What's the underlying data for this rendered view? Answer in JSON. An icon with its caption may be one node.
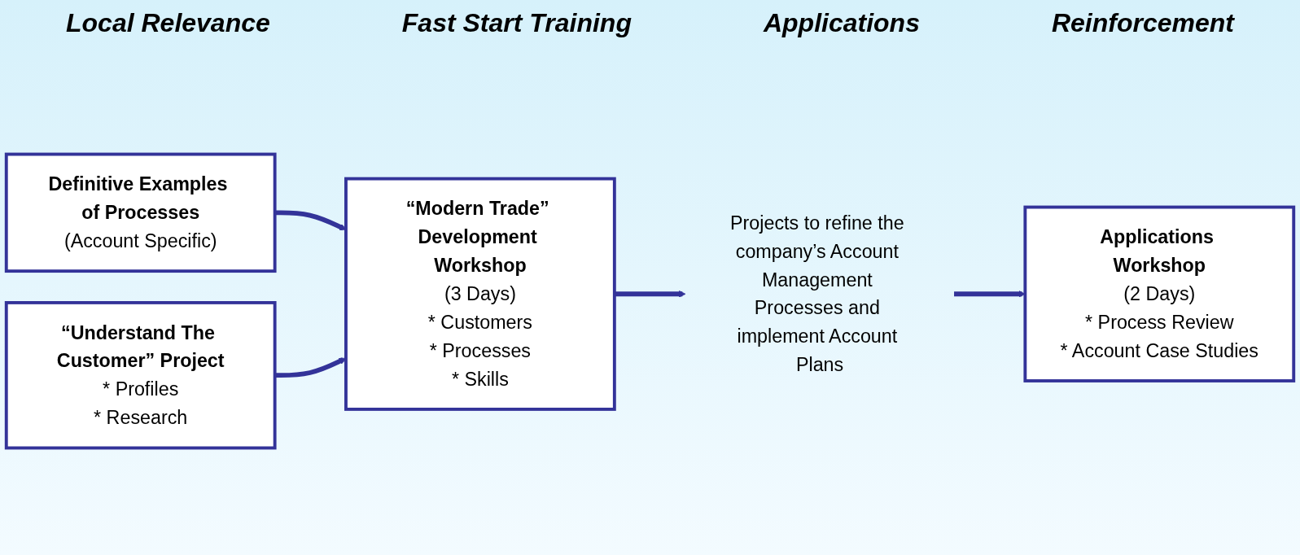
{
  "diagram": {
    "nodes": [
      {
        "text": [
          "Definitive Examples of Processes",
          "(Account Specific)"
        ]
      },
      {
        "text": [
          "“Understand The Customer” Project",
          "* Profiles",
          "* Research"
        ]
      },
      {
        "text": [
          "“Modern Trade” Development Workshop",
          "(3 Days)",
          "* Customers",
          "* Processes",
          "* Skills"
        ]
      },
      {
        "text": [
          "Projects to refine the company’s Account Management Processes and implement Account Plans"
        ]
      },
      {
        "text": [
          "Applications Workshop",
          "(2 Days)",
          "* Process Review",
          "* Account Case Studies"
        ]
      }
    ],
    "edges": [
      {
        "from": 0,
        "to": 2,
        "arrow": "to"
      },
      {
        "from": 1,
        "to": 2,
        "arrow": "to"
      },
      {
        "from": 2,
        "to": 3,
        "arrow": "to"
      },
      {
        "from": 3,
        "to": 4,
        "arrow": "to"
      }
    ],
    "labels": [
      "Local Relevance",
      "Fast Start Training",
      "Applications",
      "Reinforcement"
    ]
  }
}
